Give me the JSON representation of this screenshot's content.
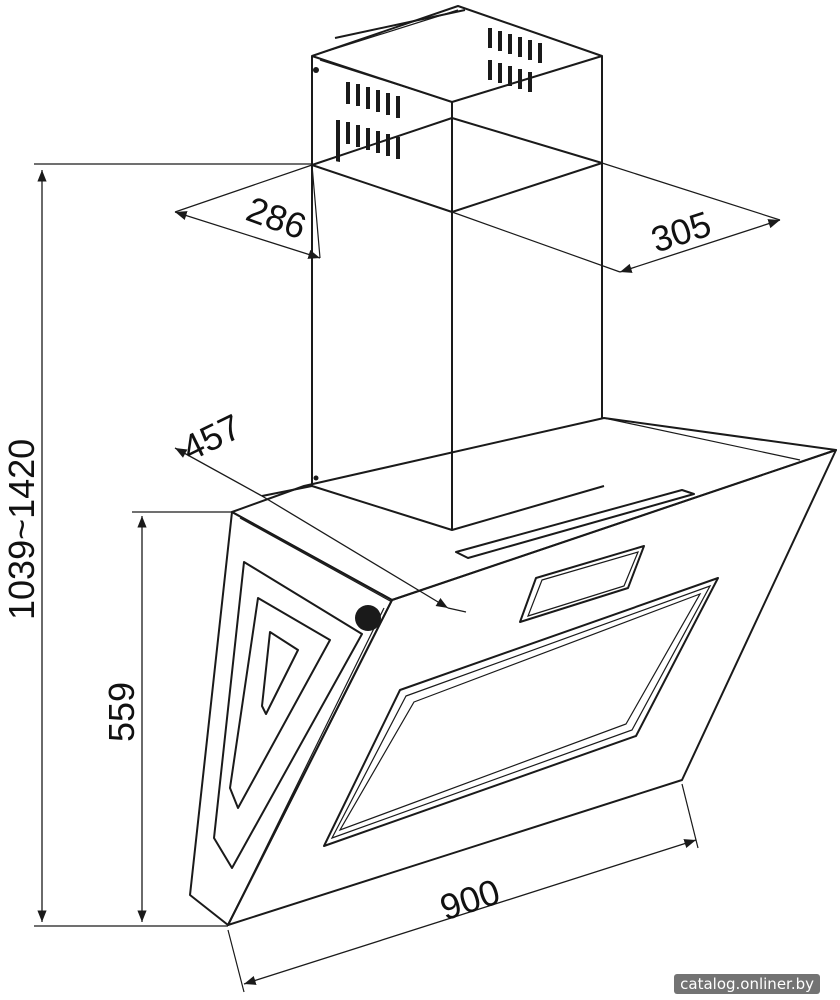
{
  "dimensions": {
    "chimney_depth": "286",
    "chimney_width": "305",
    "hood_depth": "457",
    "total_height": "1039~1420",
    "hood_height": "559",
    "hood_width": "900"
  },
  "watermark": "catalog.onliner.by",
  "colors": {
    "line": "#1a1a1a",
    "background": "#ffffff"
  }
}
